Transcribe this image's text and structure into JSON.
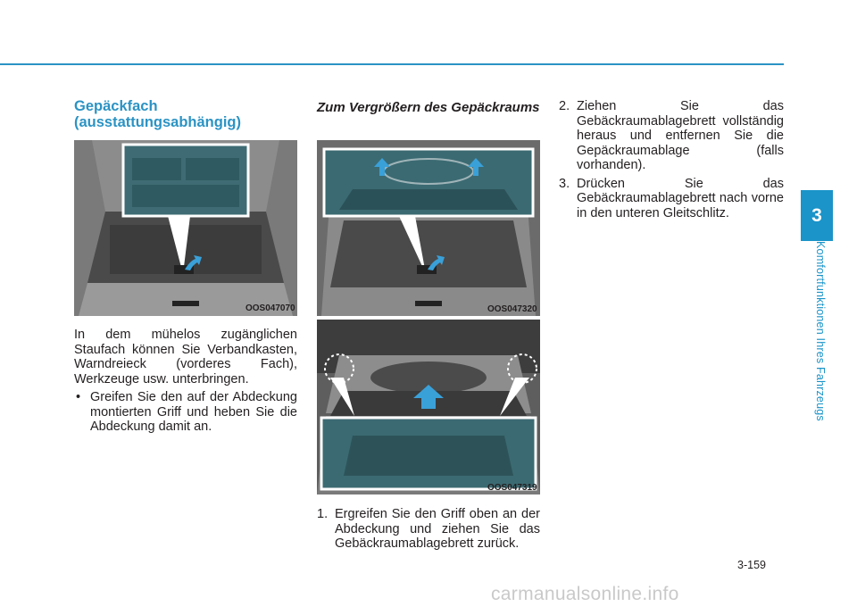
{
  "chapter": {
    "number": "3",
    "title": "Komfortfunktionen Ihres Fahrzeugs",
    "accent_color": "#1a94c9"
  },
  "left_column": {
    "heading": "Gepäckfach (ausstattungsabhängig)",
    "figure_caption": "OOS047070",
    "intro": "In dem mühelos zugänglichen Staufach können Sie Verbandkasten, Warndreieck (vorderes Fach), Werkzeuge usw. unterbringen.",
    "bullets": [
      "Greifen Sie den auf der Abdeckung montierten Griff und heben Sie die Abdeckung damit an."
    ]
  },
  "middle_column": {
    "heading": "Zum Vergrößern des Gepäckraums",
    "figure_top_caption": "OOS047320",
    "figure_bottom_caption": "OOS047319",
    "steps": [
      {
        "num": "1.",
        "text": "Ergreifen Sie den Griff oben an der Abdeckung und ziehen Sie das Gebäckraumablagebrett zurück."
      }
    ]
  },
  "right_column": {
    "steps": [
      {
        "num": "2.",
        "text": "Ziehen Sie das Gebäckraumablagebrett vollständig heraus und entfernen Sie die Gepäckraumablage (falls vorhanden)."
      },
      {
        "num": "3.",
        "text": "Drücken Sie das Gebäckraumablagebrett nach vorne in den unteren Gleitschlitz."
      }
    ]
  },
  "page_number": "3-159",
  "watermark": "carmanualsonline.info"
}
